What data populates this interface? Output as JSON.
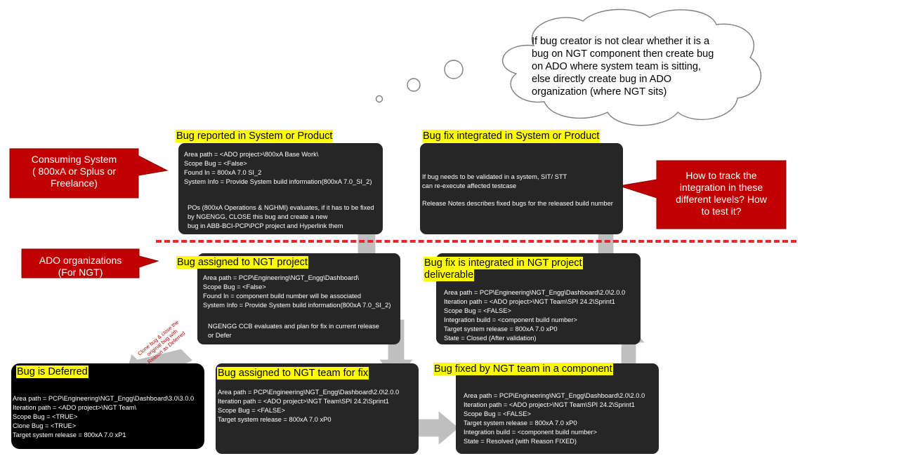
{
  "cloud": {
    "lines": [
      "If bug creator is not clear whether it is a",
      "bug on NGT component then create bug",
      "on ADO where system team is sitting,",
      "else directly create bug in ADO",
      "organization (where NGT sits)"
    ]
  },
  "callouts": {
    "consuming_system": [
      "Consuming System",
      "( 800xA or Splus or",
      "Freelance)"
    ],
    "ado_orgs": [
      "ADO organizations",
      "(For NGT)"
    ],
    "track": [
      "How to track the",
      "integration in these",
      "different levels? How",
      "to test it?"
    ]
  },
  "reported": {
    "title": "Bug reported in System or Product",
    "lines": [
      "Area path = <ADO project>\\800xA Base Work\\",
      "Scope Bug = <False>",
      "Found In = 800xA 7.0 SI_2",
      "System Info = Provide System build information(800xA 7.0_SI_2)"
    ],
    "note": [
      "POs (800xA Operations & NGHMI) evaluates, if it has to be fixed",
      "by NGENGG, CLOSE this bug and create a new",
      "bug in ABB-BCI-PCP\\PCP project and Hyperlink them"
    ]
  },
  "integrated_system": {
    "title": "Bug fix integrated in System or Product",
    "lines": [
      "If bug needs to be validated in a system, SIT/ STT",
      "can re-execute affected testcase",
      "",
      "Release Notes describes fixed bugs for the released build number"
    ]
  },
  "assigned_project": {
    "title": "Bug assigned to NGT project",
    "lines": [
      "Area path = PCP\\Engineering\\NGT_Engg\\Dashboard\\",
      "Scope Bug = <False>",
      "Found In = component build number will be associated",
      "System Info = Provide System build information(800xA 7.0_SI_2)"
    ],
    "note": [
      "NGENGG CCB evaluates and plan for fix in current release",
      "or Defer"
    ]
  },
  "integrated_project": {
    "title_lines": [
      "Bug fix is integrated in NGT project",
      "deliverable"
    ],
    "lines": [
      "Area path = PCP\\Engineering\\NGT_Engg\\Dashboard\\2.0\\2.0.0",
      "Iteration path = <ADO project>\\NGT Team\\SPI 24.2\\Sprint1",
      "Scope Bug = <FALSE>",
      "Integration build = <component build number>",
      "Target system release = 800xA 7.0 xP0",
      "State = Closed (After validation)"
    ]
  },
  "deferred": {
    "title": "Bug is Deferred",
    "lines": [
      "Area path = PCP\\Engineering\\NGT_Engg\\Dashboard\\3.0\\3.0.0",
      "Iteration path = <ADO project>\\NGT Team\\",
      "Scope Bug = <TRUE>",
      "Clone Bug = <TRUE>",
      "Target system release = 800xA 7.0 xP1"
    ]
  },
  "assigned_team": {
    "title": "Bug assigned to NGT team for fix",
    "lines": [
      "Area path = PCP\\Engineering\\NGT_Engg\\Dashboard\\2.0\\2.0.0",
      "Iteration path = <ADO project>\\NGT Team\\SPI 24.2\\Sprint1",
      "Scope Bug = <FALSE>",
      "Target system release = 800xA 7.0 xP0"
    ]
  },
  "fixed_component": {
    "title": "Bug fixed by NGT team in a component",
    "lines": [
      "Area path = PCP\\Engineering\\NGT_Engg\\Dashboard\\2.0\\2.0.0",
      "Iteration path = <ADO project>\\NGT Team\\SPI 24.2\\Sprint1",
      "Scope Bug = <FALSE>",
      "Target system release = 800xA 7.0 xP0",
      "Integration build = <component build number>",
      "State = Resolved (with Reason FIXED)"
    ]
  },
  "defer_arrow_label": [
    "Clone bug & close the",
    "original bug with",
    "Reason as Deferred"
  ],
  "colors": {
    "box": "#262626",
    "deferred_box": "#000000",
    "highlight": "#ffff00",
    "callout": "#c00000",
    "dashed_line": "#e8262d",
    "arrow": "#bfbfbf"
  }
}
